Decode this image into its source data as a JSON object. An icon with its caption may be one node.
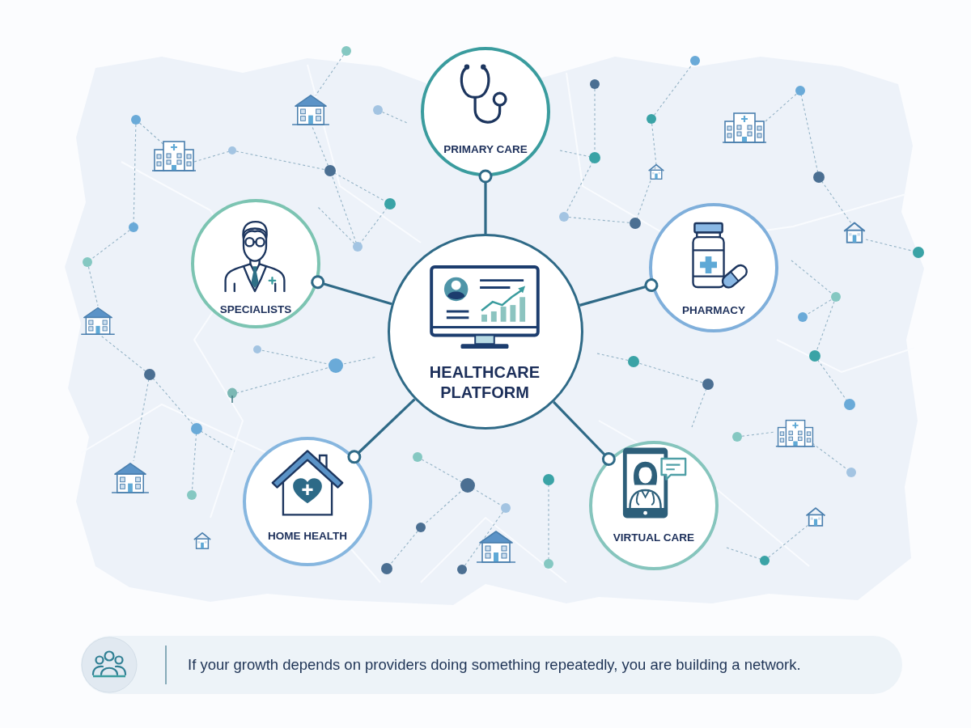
{
  "diagram": {
    "nodes": [
      {
        "text": [
          "PRIMARY CARE"
        ]
      },
      {
        "text": [
          "SPECIALISTS"
        ]
      },
      {
        "text": [
          "HEALTHCARE PLATFORM"
        ]
      },
      {
        "text": [
          "PHARMACY"
        ]
      },
      {
        "text": [
          "HOME HEALTH"
        ]
      },
      {
        "text": [
          "VIRTUAL CARE"
        ]
      },
      {
        "text": [
          "If your growth depends on providers doing something repeatedly, you are building a network."
        ]
      }
    ],
    "edges": [
      {
        "from": 2,
        "to": 0,
        "arrow": "other"
      },
      {
        "from": 2,
        "to": 1,
        "arrow": "other"
      },
      {
        "from": 2,
        "to": 3,
        "arrow": "other"
      },
      {
        "from": 2,
        "to": 4,
        "arrow": "other"
      },
      {
        "from": 2,
        "to": 5,
        "arrow": "other"
      }
    ]
  }
}
